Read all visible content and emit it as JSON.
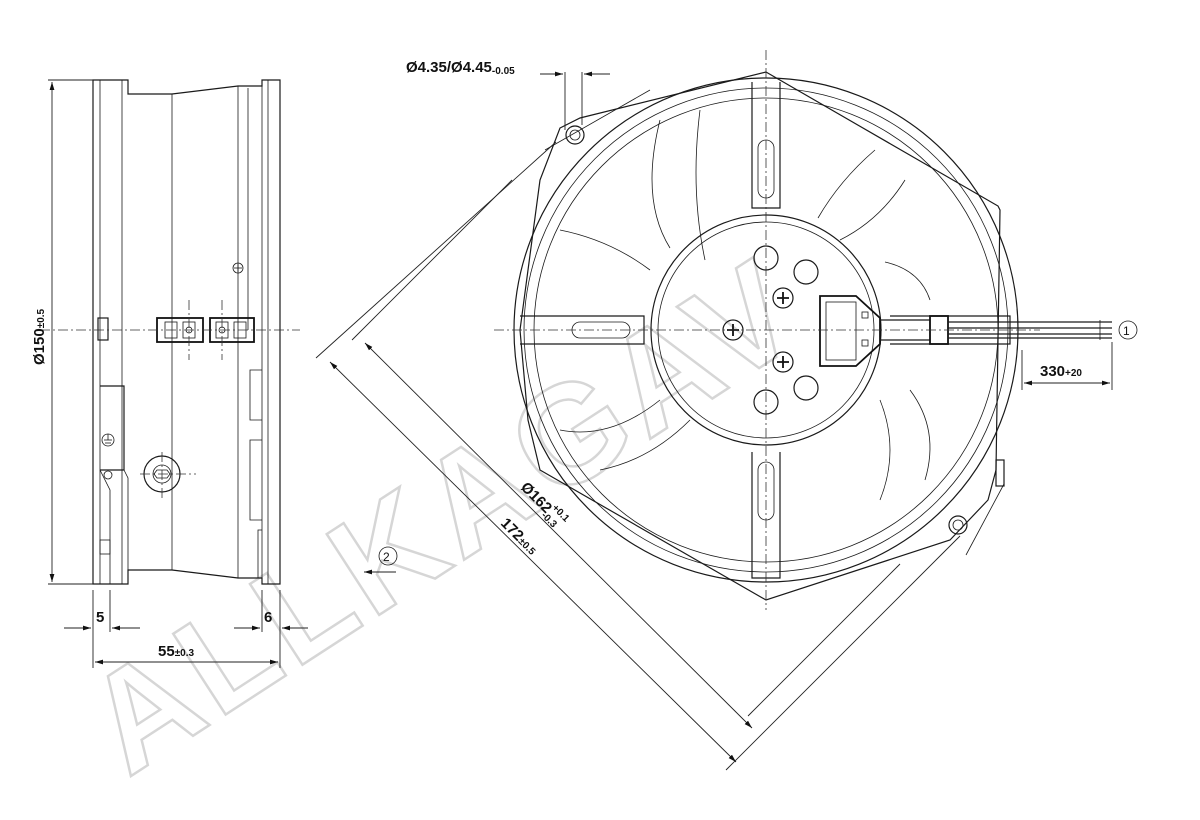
{
  "watermark": "ALLKAGAV",
  "dimensions": {
    "diameter_150": "Ø150",
    "diameter_150_tol": "±0.5",
    "width_5": "5",
    "width_6": "6",
    "depth_55": "55",
    "depth_55_tol": "±0.3",
    "hole": "Ø4.35/Ø4.45",
    "hole_tol": "-0.05",
    "diagonal_162": "Ø162",
    "diagonal_162_tol_upper": "+0.1",
    "diagonal_162_tol_lower": "-0.3",
    "diagonal_172": "172",
    "diagonal_172_tol": "±0.5",
    "lead_length": "330",
    "lead_length_tol": "+20"
  },
  "callouts": {
    "lead_wires": "1",
    "airflow": "2"
  }
}
